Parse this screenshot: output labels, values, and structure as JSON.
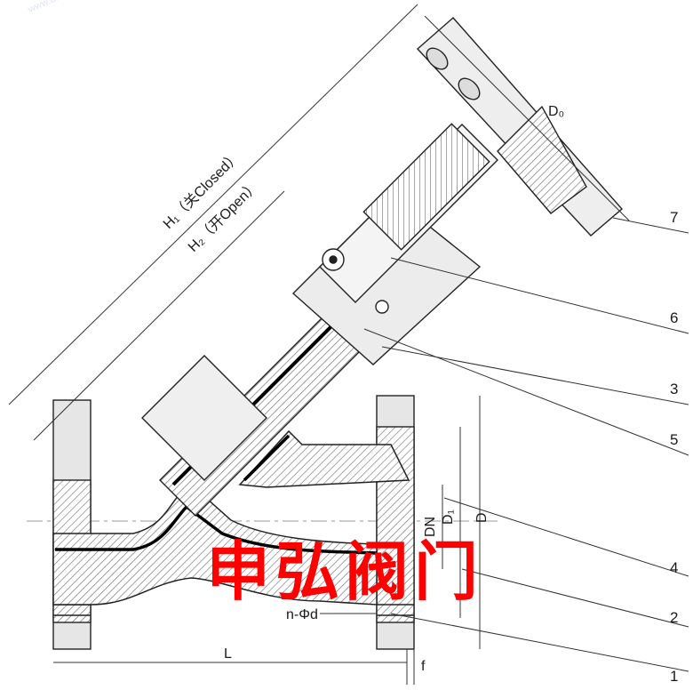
{
  "watermark": {
    "company": "申弘阀门",
    "site": "www.afwsc.cn",
    "color": "#ff0000"
  },
  "dimensions": {
    "h1": "H₁（关Closed）",
    "h2": "H₂（开Open）",
    "d0": "D₀",
    "dn": "DN",
    "d1": "D₁",
    "d": "D",
    "l": "L",
    "f": "f",
    "bolt_holes": "n-Φd"
  },
  "part_numbers": [
    "7",
    "6",
    "3",
    "5",
    "4",
    "2",
    "1"
  ]
}
